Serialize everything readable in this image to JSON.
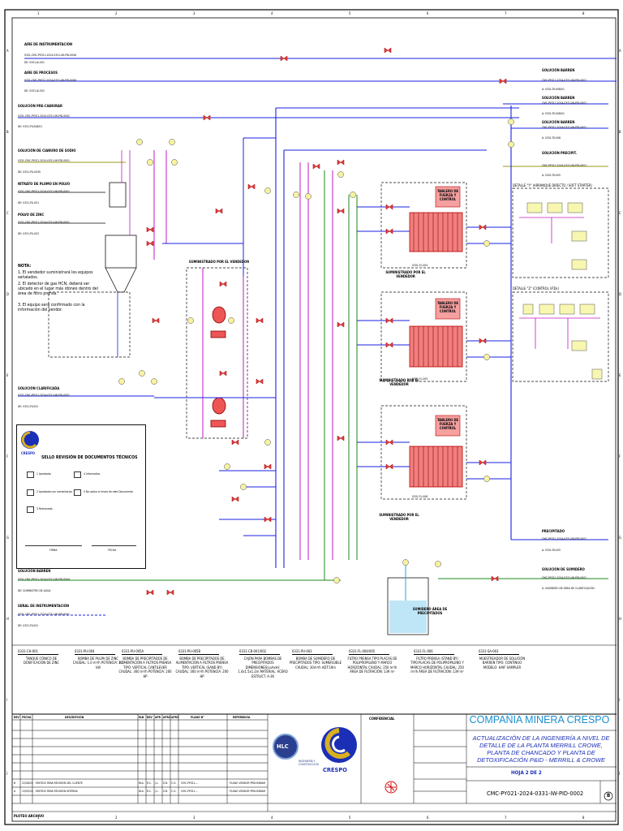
{
  "grid": {
    "columns": [
      "1",
      "2",
      "3",
      "4",
      "5",
      "6",
      "7",
      "8"
    ],
    "rows": [
      "A",
      "B",
      "C",
      "D",
      "E",
      "F",
      "G",
      "H",
      "I",
      "J"
    ]
  },
  "left_inputs": [
    {
      "name": "AIRE DE INSTRUMENTACIÓN",
      "tag": "0331-CMC-PY021-2024-0331-IW-PID-0006",
      "ref": "DE: 0331-AI-001"
    },
    {
      "name": "AIRE DE PROCESOS",
      "tag": "0331-CMC-PY021-2024-0331-IW-PID-0006",
      "ref": "DE: 0331-AI-002"
    },
    {
      "name": "SOLUCIÓN PRE-CIANURAR",
      "tag": "0331-CMC-PY021-2024-0331-IW-PID-0002",
      "ref": "DE: 0331-TK-008/01"
    },
    {
      "name": "SOLUCIÓN DE CIANURO DE SODIO",
      "tag": "0331-CMC-PY021-2024-0331-IW-PID-0001",
      "ref": "DE: 0331-PU-0030"
    },
    {
      "name": "NITRATO DE PLOMO EN POLVO",
      "tag": "0331-CMC-PY021-2024-0331-IW-PID-0001",
      "ref": "DE: 0331-PU-001"
    },
    {
      "name": "POLVO DE ZINC",
      "tag": "0331-CMC-PY021-2024-0331-IW-PID-0001",
      "ref": "DE: 0331-PU-002"
    },
    {
      "name": "SOLUCIÓN CLARIFICADA",
      "tag": "0331-CMC-PY021-2024-0331-IW-PID-0001",
      "ref": "DE: 0331-TK-001"
    },
    {
      "name": "SOLUCIÓN BARREN",
      "tag": "0331-CMC-PY021-2024-0331-IW-PID-0004",
      "ref": "DE: SUMINISTRO DE AGUA"
    },
    {
      "name": "SEÑAL DE INSTRUMENTACIÓN",
      "tag": "0331-CMC-PY021-2024-0331-IW-PID-0001",
      "ref": "DE: 0331-TK-001"
    }
  ],
  "right_outputs": [
    {
      "name": "SOLUCIÓN BARREN",
      "tag": "CMC-PY021-2024-0331-IW-PID-0001",
      "ref": "A: 0331-TK-008/01"
    },
    {
      "name": "SOLUCIÓN BARREN",
      "tag": "CMC-PY021-2024-0331-IW-PID-0001",
      "ref": "A: 0331-TK-008/01"
    },
    {
      "name": "SOLUCIÓN BARREN",
      "tag": "CMC-PY021-2024-0331-IW-PID-0001",
      "ref": "A: 0331-TK-008"
    },
    {
      "name": "SOLUCIÓN PRECIPIT.",
      "tag": "CMC-PY021-2024-0331-IW-PID-0001",
      "ref": "A: 0331-TK-005"
    },
    {
      "name": "PRECIPITADO",
      "tag": "CMC-PY021-2024-0331-IW-PID-0001",
      "ref": "A: 0331-TK-005"
    },
    {
      "name": "SOLUCIÓN DE SUMIDERO",
      "tag": "CMC-PY021-2024-0331-IW-PID-0001",
      "ref": "A: SUMIDERO DE ÁREA DE CLARIFICACIÓN"
    }
  ],
  "labels": {
    "supplied_1": "SUMINISTRADO POR EL VENDEDOR",
    "supplied_2": "SUMINISTRADO POR EL VENDEDOR",
    "supplied_3": "SUMINISTRADO POR EL VENDEDOR",
    "supplied_4": "SUMINISTRADO POR EL VENDEDOR",
    "board": "TABLERO DE FUERZA Y CONTROL",
    "detail_y": "DETALLE \"Y\" (ARRANQUE DIRECTO / SOFT STARTER)",
    "detail_z": "DETALLE \"Z\" (CONTROL VFDs)",
    "sump": "SUMIDERO ÁREA DE PRECIPITADOS",
    "fp1": "0331-FL-004",
    "fp2": "0331-FL-005",
    "fp3": "0331-FL-006"
  },
  "notes": {
    "title": "NOTA:",
    "items": [
      "1. El vendedor suministrará los equipos señalados.",
      "2. El detector de gas HCN, deberá ser ubicado en el lugar más idóneo dentro del área de filtro prensa.",
      "3. El equipo será confirmado con la información del vendor."
    ]
  },
  "stamp": {
    "brand": "CRESPO",
    "title": "SELLO REVISIÓN DE DOCUMENTOS TÉCNICOS",
    "options": [
      "1 Aprobado",
      "2 Aprobado con comentarios",
      "3 Rechazado",
      "4 Informativo",
      "5 No aplica el envío de este Documento"
    ],
    "firma": "FIRMA",
    "fecha": "FECHA"
  },
  "equipment": [
    {
      "tag": "0331-CH-001",
      "desc": "TANQUE CÓNICO DE DOSIFICACIÓN DE ZINC"
    },
    {
      "tag": "0331-PU-004",
      "desc": "BOMBA DE PULPA DE ZINC CAUDAL: 1.0 m³/h POTENCIA: 1.5 kW"
    },
    {
      "tag": "0331-PU-005A",
      "desc": "BOMBA DE PRECIPITADOS DE ALIMENTACIÓN A FILTROS PRENSA TIPO: VERTICAL CANTILEVER CAUDAL: 300 m³/h POTENCIA: 200 HP"
    },
    {
      "tag": "0331-PU-005B",
      "desc": "BOMBA DE PRECIPITADOS DE ALIMENTACIÓN A FILTROS PRENSA TIPO: VERTICAL (SAND BY) CAUDAL: 300 m³/h POTENCIA: 200 HP"
    },
    {
      "tag": "0331-CB-001/002",
      "desc": "CAJÓN PARA BOMBAS DE PRECIPITADOS DIMENSIONES(LxAxH): 1.4x1.5x1.2m MATERIAL: ACERO ESTRUCT. A-36"
    },
    {
      "tag": "0331-PU-003",
      "desc": "BOMBA DE SUMIDERO DE PRECIPITADOS TIPO: SUMERGIBLE CAUDAL: 30m³/h ADT:19m"
    },
    {
      "tag": "0331-FL-004/005",
      "desc": "FILTRO PRENSA TIPO:PLACAS DE POLIPROPILENO Y MARCO HORIZONTAL CAUDAL: 250 m³/h ÁREA DE FILTRACIÓN: 139 m²"
    },
    {
      "tag": "0331-FL-006",
      "desc": "FILTRO PRENSA (STAND BY) TIPO:PLACAS DE POLIPROPILENO Y MARCO HORIZONTAL CAUDAL: 250 m³/h ÁREA DE FILTRACIÓN: 139 m²"
    },
    {
      "tag": "0331-SA-003",
      "desc": "MUESTREADOR DE SOLUCIÓN BARREN TIPO: CONTINUO MODELO: HAIF SAMPLER"
    }
  ],
  "revision_table": {
    "headers": [
      "REV",
      "FECHA",
      "DESCRIPCIÓN",
      "ELB",
      "REV",
      "APR",
      "APR2",
      "APR3",
      "PLANO N°",
      "REFERENCIA"
    ],
    "rows": [
      [
        "B",
        "22/08/24",
        "EMITIDO PARA REVISIÓN DEL CLIENTE",
        "W.A.",
        "R.C.",
        "J.L.",
        "Z.B.",
        "C.G.",
        "CMC-PY021-...",
        "PLANO VENDOR PRELIMINAR"
      ],
      [
        "A",
        "15/05/24",
        "EMITIDO PARA REVISIÓN INTERNA",
        "W.A.",
        "R.C.",
        "J.L.",
        "Z.B.",
        "C.G.",
        "CMC-PY021-...",
        "PLANO VENDOR PRELIMINAR"
      ]
    ]
  },
  "title_block": {
    "company": "COMPAÑÍA MINERA CRESPO",
    "description": "ACTUALIZACIÓN DE LA INGENIERÍA A NIVEL DE DETALLE DE LA PLANTA MERRILL CROWE, PLANTA DE CHANCADO Y PLANTA DE DETOXIFICACIÓN P&ID - MERRILL & CROWE",
    "sheet": "HOJA 2 DE 2",
    "drawing_no": "CMC-PY021-2024-0331-IW-PID-0002",
    "rev": "B",
    "hlc": "HLC",
    "hlc_sub": "INGENIERÍA Y CONSTRUCCIÓN",
    "crespo": "CRESPO",
    "confidential": "CONFIDENCIAL",
    "footer": "PLOTEO ARCHIVO"
  },
  "colors": {
    "pipe_blue": "#1a22e0",
    "pipe_green": "#1a8a1a",
    "pipe_olive": "#9a9a10",
    "pipe_magenta": "#c21ac2",
    "pipe_red": "#d41010",
    "pipe_cyan": "#18a8e8",
    "brand_blue": "#1a8fd0",
    "gold": "#c8a010"
  }
}
